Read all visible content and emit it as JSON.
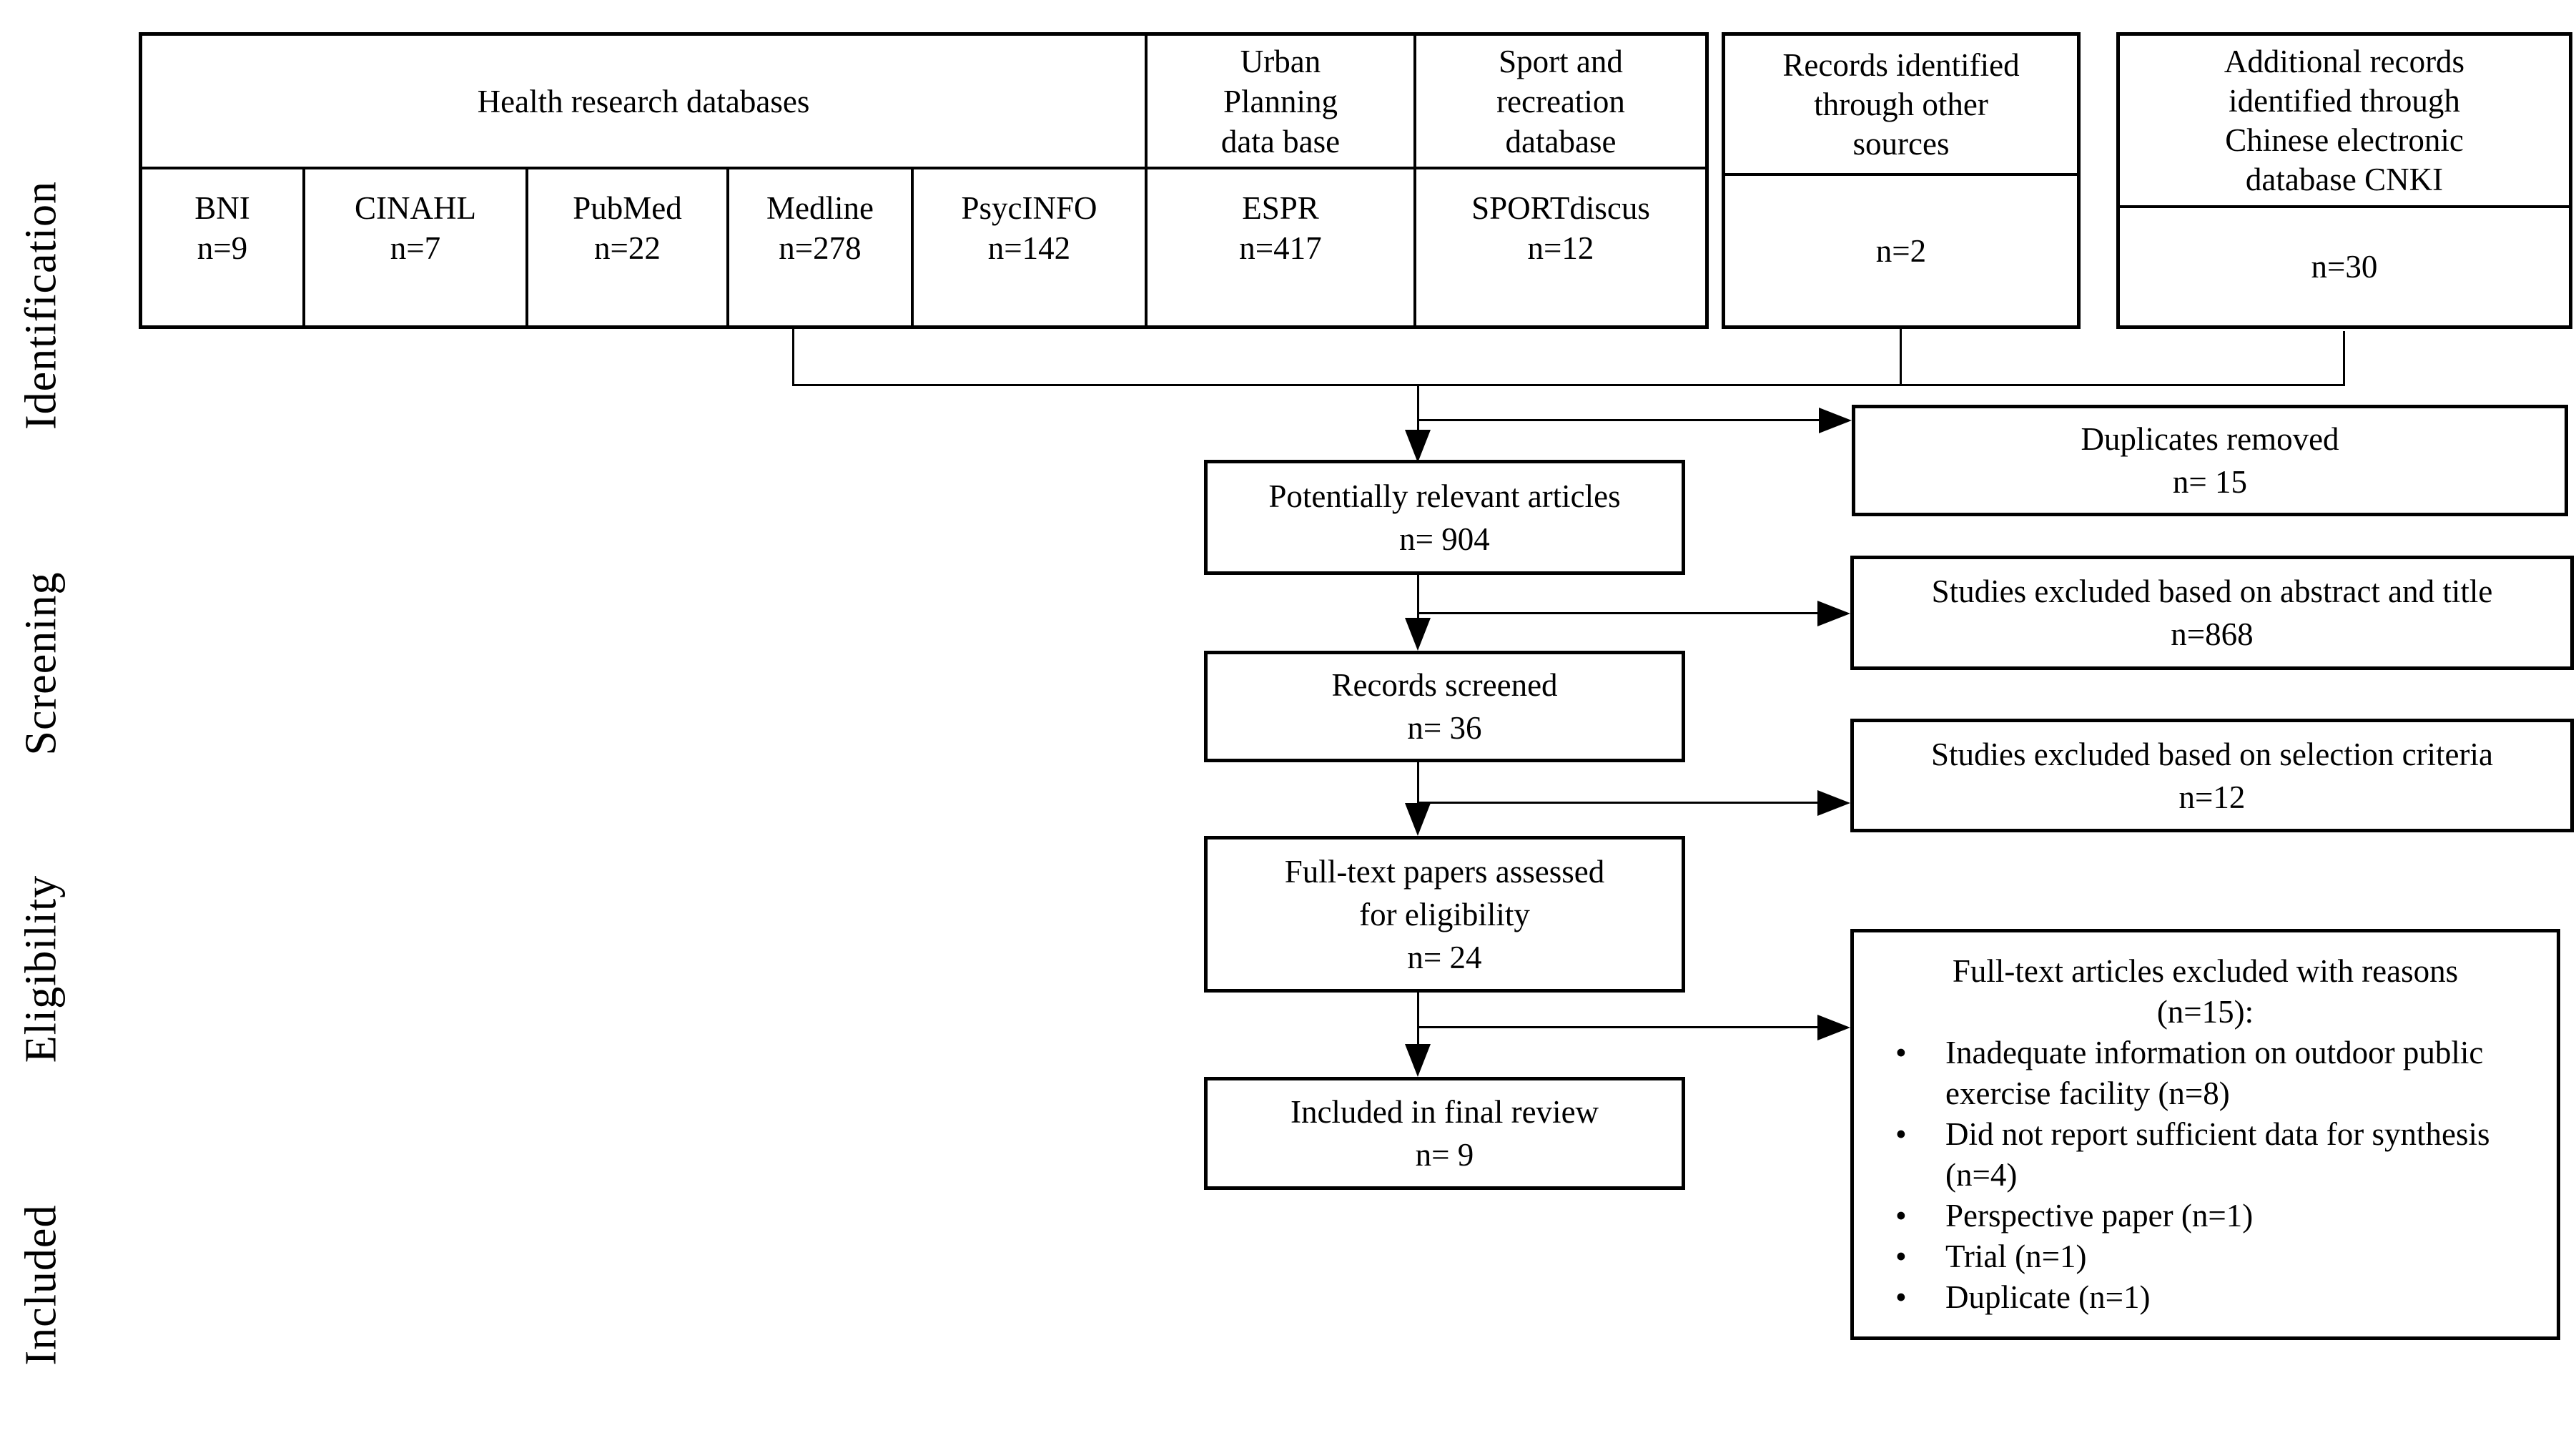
{
  "figure": {
    "colors": {
      "background": "#ffffff",
      "ink": "#000000"
    },
    "stages": [
      {
        "id": "identification",
        "label": "Identification"
      },
      {
        "id": "screening",
        "label": "Screening"
      },
      {
        "id": "eligibility",
        "label": "Eligibility"
      },
      {
        "id": "included",
        "label": "Included"
      }
    ],
    "sources_table": {
      "group_headers": [
        {
          "label": "Health research databases"
        },
        {
          "label": "Urban Planning data base"
        },
        {
          "label": "Sport and recreation database"
        }
      ],
      "urban_header_lines": [
        "Urban",
        "Planning",
        "data base"
      ],
      "sport_header_lines": [
        "Sport and",
        "recreation",
        "database"
      ],
      "databases": [
        {
          "name": "BNI",
          "count": "n=9"
        },
        {
          "name": "CINAHL",
          "count": "n=7"
        },
        {
          "name": "PubMed",
          "count": "n=22"
        },
        {
          "name": "Medline",
          "count": "n=278"
        },
        {
          "name": "PsycINFO",
          "count": "n=142"
        },
        {
          "name": "ESPR",
          "count": "n=417"
        },
        {
          "name": "SPORTdiscus",
          "count": "n=12"
        }
      ]
    },
    "other_sources_box": {
      "lines": [
        "Records identified",
        "through other",
        "sources"
      ],
      "count": "n=2"
    },
    "cnki_box": {
      "lines": [
        "Additional records",
        "identified through",
        "Chinese electronic",
        "database CNKI"
      ],
      "count": "n=30"
    },
    "flow": {
      "potentially": {
        "lines": [
          "Potentially relevant articles",
          "n= 904"
        ]
      },
      "screened": {
        "lines": [
          "Records screened",
          "n= 36"
        ]
      },
      "fulltext": {
        "lines": [
          "Full-text papers assessed",
          "for eligibility",
          "n= 24"
        ]
      },
      "included": {
        "lines": [
          "Included in final review",
          "n= 9"
        ]
      }
    },
    "exclusions": {
      "duplicates": {
        "lines": [
          "Duplicates removed",
          "n= 15"
        ]
      },
      "abstract": {
        "lines": [
          "Studies excluded based on abstract and title",
          "n=868"
        ]
      },
      "selection": {
        "lines": [
          "Studies excluded based on selection criteria",
          "n=12"
        ]
      },
      "reasons": {
        "title_lines": [
          "Full-text articles excluded with reasons",
          "(n=15):"
        ],
        "bullet_char": "•",
        "items": [
          "Inadequate information on outdoor public exercise facility (n=8)",
          "Did not report sufficient data for synthesis (n=4)",
          "Perspective paper (n=1)",
          "Trial (n=1)",
          "Duplicate (n=1)"
        ]
      }
    }
  }
}
